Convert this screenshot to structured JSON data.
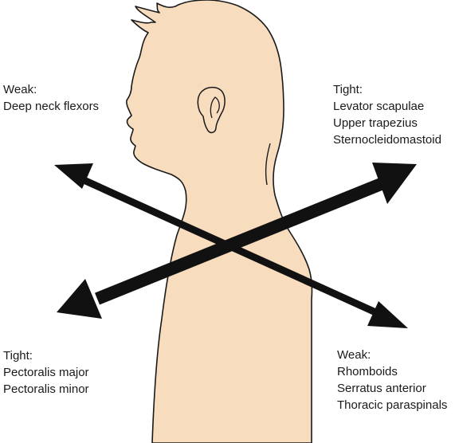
{
  "colors": {
    "skin": "#f7dcbd",
    "outline": "#1a1a1a",
    "arrow": "#111111",
    "background": "#ffffff"
  },
  "groups": {
    "top_left": {
      "heading": "Weak:",
      "items": [
        "Deep neck flexors"
      ]
    },
    "top_right": {
      "heading": "Tight:",
      "items": [
        "Levator scapulae",
        "Upper trapezius",
        "Sternocleidomastoid"
      ]
    },
    "bottom_left": {
      "heading": "Tight:",
      "items": [
        "Pectoralis major",
        "Pectoralis minor"
      ]
    },
    "bottom_right": {
      "heading": "Weak:",
      "items": [
        "Rhomboids",
        "Serratus anterior",
        "Thoracic paraspinals"
      ]
    }
  }
}
